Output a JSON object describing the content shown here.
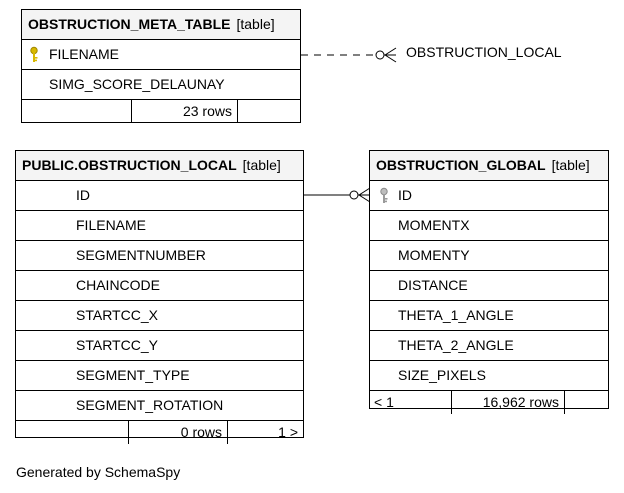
{
  "tables": {
    "meta": {
      "name": "OBSTRUCTION_META_TABLE",
      "kind": "[table]",
      "columns": [
        "FILENAME",
        "SIMG_SCORE_DELAUNAY"
      ],
      "footer": {
        "left": "",
        "rows": "23 rows",
        "right": ""
      }
    },
    "local": {
      "name": "PUBLIC.OBSTRUCTION_LOCAL",
      "kind": "[table]",
      "columns": [
        "ID",
        "FILENAME",
        "SEGMENTNUMBER",
        "CHAINCODE",
        "STARTCC_X",
        "STARTCC_Y",
        "SEGMENT_TYPE",
        "SEGMENT_ROTATION"
      ],
      "footer": {
        "left": "",
        "rows": "0 rows",
        "right": "1 >"
      }
    },
    "global": {
      "name": "OBSTRUCTION_GLOBAL",
      "kind": "[table]",
      "columns": [
        "ID",
        "MOMENTX",
        "MOMENTY",
        "DISTANCE",
        "THETA_1_ANGLE",
        "THETA_2_ANGLE",
        "SIZE_PIXELS"
      ],
      "footer": {
        "left": "< 1",
        "rows": "16,962 rows",
        "right": ""
      }
    }
  },
  "external_reference": "OBSTRUCTION_LOCAL",
  "generated_by": "Generated by SchemaSpy",
  "icons": {
    "primary_key": "key-icon-gold",
    "foreign_key": "key-icon-gray"
  },
  "colors": {
    "primary_key_icon": "#d8b800",
    "foreign_key_icon": "#9a9a9a",
    "header_bg": "#f4f4f4"
  }
}
